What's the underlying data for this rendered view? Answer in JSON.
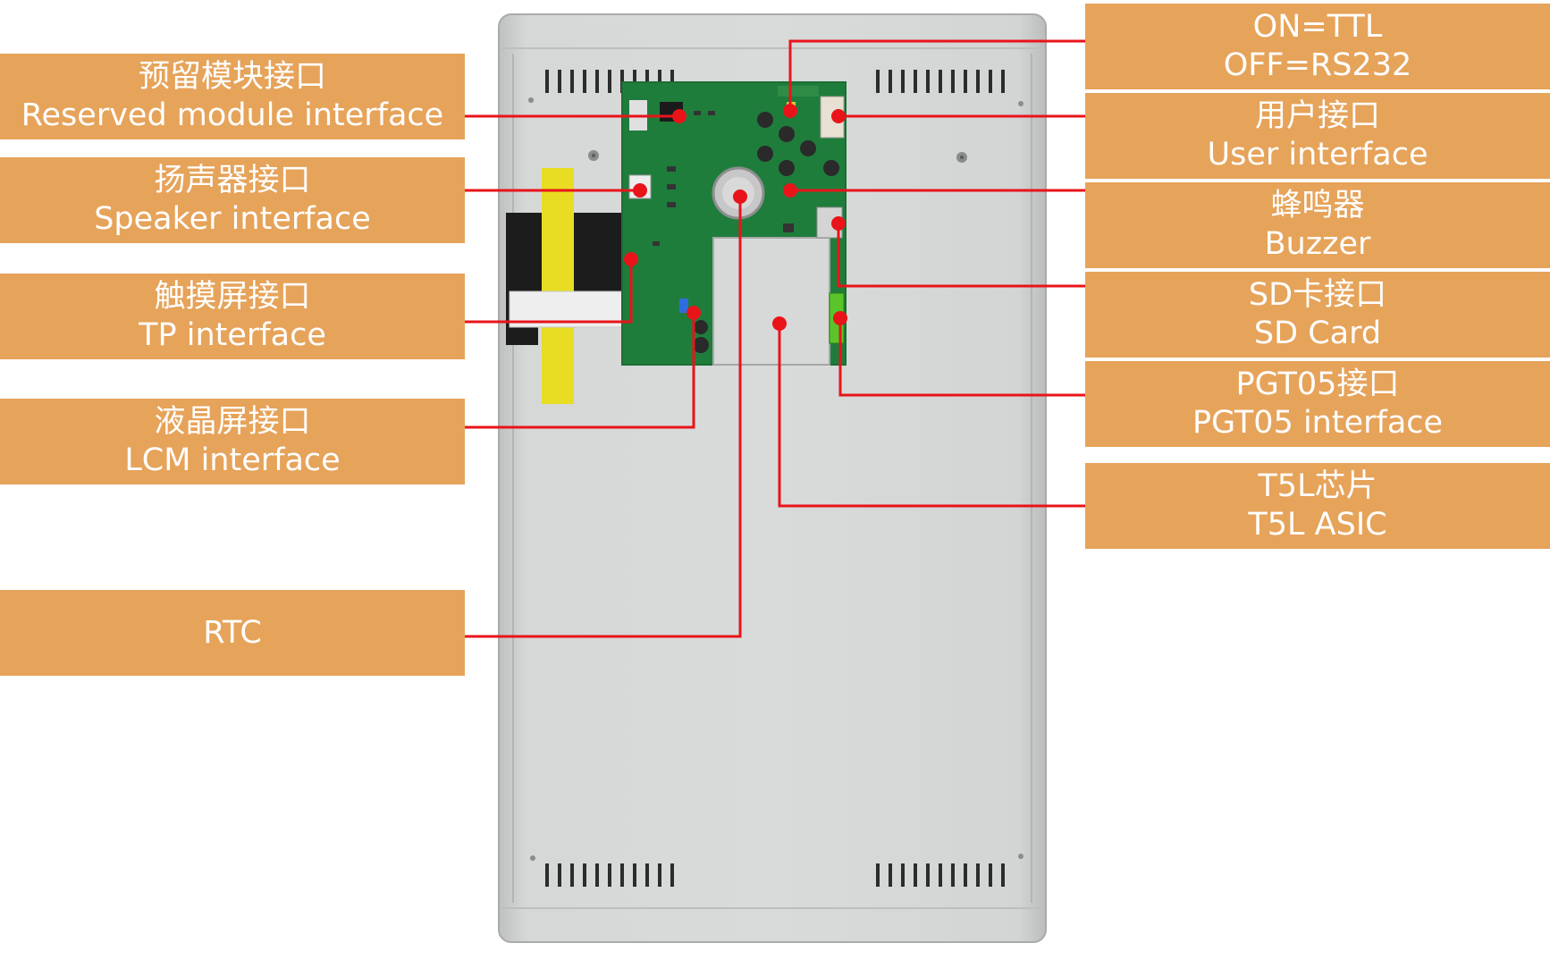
{
  "colors": {
    "callout_fill": "#E6A35A",
    "callout_text": "#FFFFFF",
    "leader_line": "#E8141A",
    "pcb_green": "#1F7D3C",
    "panel_gray": "#D2D4D4"
  },
  "labels_left": [
    {
      "zh": "预留模块接口",
      "en": "Reserved module interface"
    },
    {
      "zh": "扬声器接口",
      "en": "Speaker interface"
    },
    {
      "zh": "触摸屏接口",
      "en": "TP interface"
    },
    {
      "zh": "液晶屏接口",
      "en": "LCM interface"
    },
    {
      "zh": "",
      "en": "RTC"
    }
  ],
  "labels_right": [
    {
      "zh": "ON=TTL",
      "en": "OFF=RS232"
    },
    {
      "zh": "用户接口",
      "en": "User interface"
    },
    {
      "zh": "蜂鸣器",
      "en": "Buzzer"
    },
    {
      "zh": "SD卡接口",
      "en": "SD Card"
    },
    {
      "zh": "PGT05接口",
      "en": "PGT05 interface"
    },
    {
      "zh": "T5L芯片",
      "en": "T5L ASIC"
    }
  ]
}
